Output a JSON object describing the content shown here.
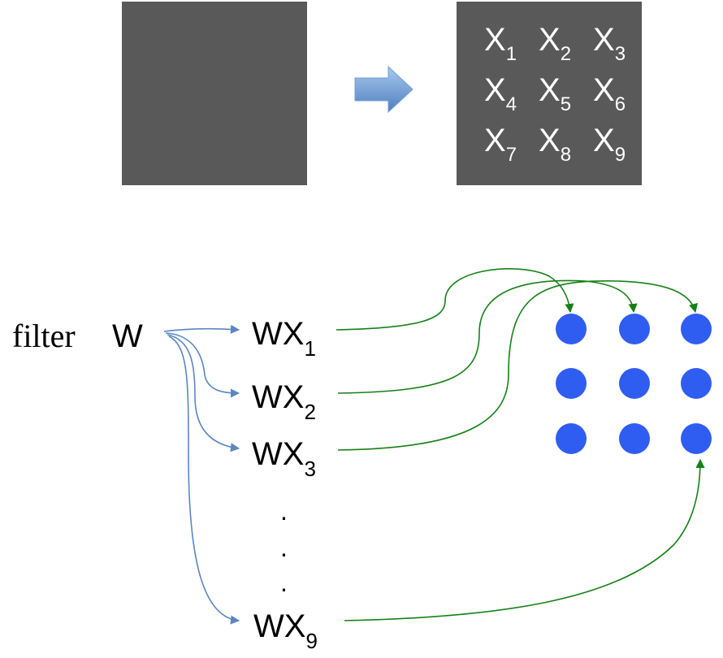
{
  "colors": {
    "block": "#595959",
    "arrow_blue": "#4f7fbf",
    "arrow_blue_light": "#8db4e2",
    "connector_blue": "#5b86c0",
    "connector_green": "#168016",
    "node_blue": "#2f5df2",
    "text": "#000000",
    "block_text": "#ffffff"
  },
  "patch_grid": {
    "cells": [
      {
        "base": "X",
        "sub": "1"
      },
      {
        "base": "X",
        "sub": "2"
      },
      {
        "base": "X",
        "sub": "3"
      },
      {
        "base": "X",
        "sub": "4"
      },
      {
        "base": "X",
        "sub": "5"
      },
      {
        "base": "X",
        "sub": "6"
      },
      {
        "base": "X",
        "sub": "7"
      },
      {
        "base": "X",
        "sub": "8"
      },
      {
        "base": "X",
        "sub": "9"
      }
    ]
  },
  "filter": {
    "label": "filter",
    "symbol": "W"
  },
  "products": [
    {
      "base": "WX",
      "sub": "1"
    },
    {
      "base": "WX",
      "sub": "2"
    },
    {
      "base": "WX",
      "sub": "3"
    },
    {
      "base": "WX",
      "sub": "9"
    }
  ],
  "ellipsis": [
    ".",
    ".",
    "."
  ],
  "output_nodes": 9
}
